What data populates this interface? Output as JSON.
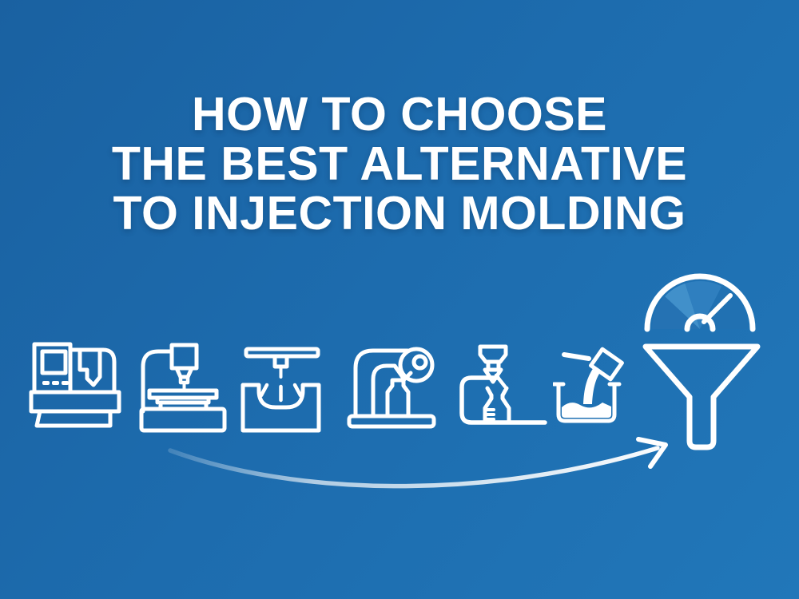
{
  "title": {
    "lines": [
      "HOW TO CHOOSE",
      "THE BEST ALTERNATIVE",
      "TO INJECTION MOLDING"
    ],
    "color": "#ffffff"
  },
  "colors": {
    "background_top_left": "#1a61a1",
    "background_center": "#1d6cae",
    "background_bottom_right": "#2177b9",
    "icon_stroke": "#ffffff",
    "gauge_segments": [
      "#2572b3",
      "#4190ca",
      "#2f7fbf",
      "#2171b2"
    ],
    "gauge_needle": "#ffffff",
    "arrow": "#ffffff"
  },
  "icons": {
    "process_row": [
      {
        "name": "cnc-machine-icon"
      },
      {
        "name": "3d-printer-icon"
      },
      {
        "name": "thermoforming-mold-icon"
      },
      {
        "name": "blow-molding-machine-icon"
      },
      {
        "name": "injection-machine-hopper-flask-icon"
      },
      {
        "name": "casting-pour-icon"
      }
    ],
    "result": [
      {
        "name": "gauge-icon"
      },
      {
        "name": "funnel-icon"
      }
    ],
    "connector": {
      "name": "curved-arrow-icon"
    }
  }
}
